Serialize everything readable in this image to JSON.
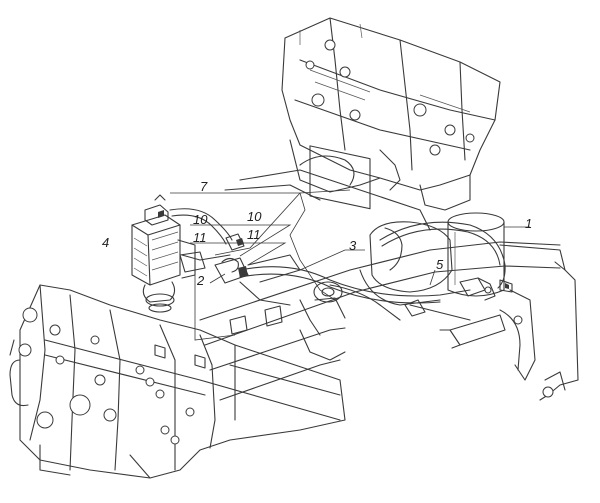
{
  "diagram": {
    "callouts": {
      "c1": "1",
      "c2": "2",
      "c3": "3",
      "c4": "4",
      "c5": "5",
      "c7": "7",
      "c10a": "10",
      "c10b": "10",
      "c11a": "11",
      "c11b": "11"
    }
  }
}
